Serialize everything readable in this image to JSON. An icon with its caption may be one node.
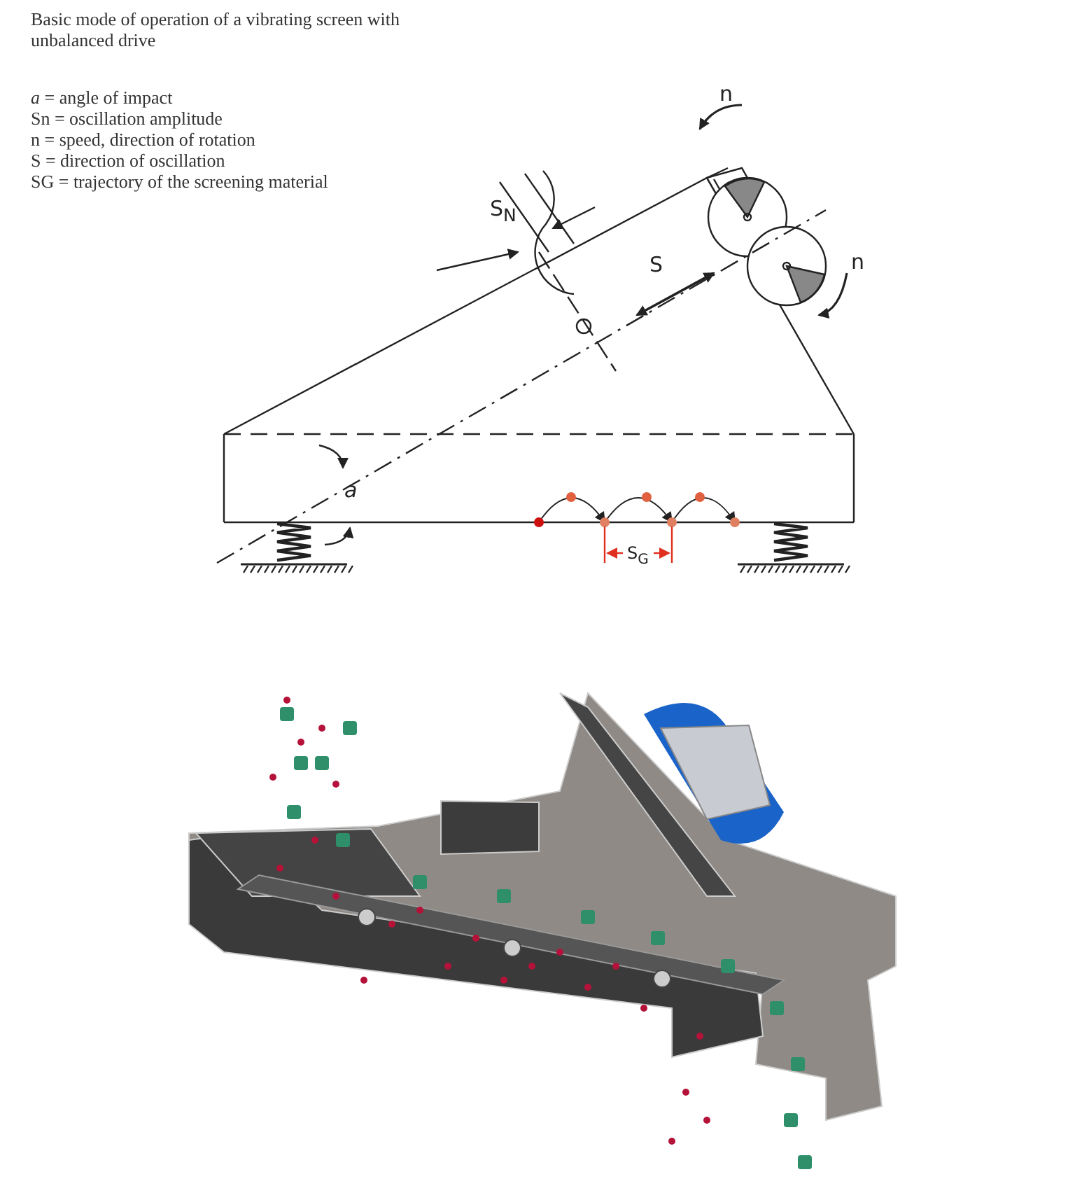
{
  "diagram": {
    "title": "Basic mode of operation of a vibrating screen with unbalanced drive",
    "labels": [
      "*a* = angle of impact",
      "Sn = oscillation amplitude",
      "n = speed, direction of rotation",
      "S = direction of oscillation",
      "SG = trajectory of the screening material",
      "n",
      "S$_{N}$",
      "S",
      "n",
      "*a*",
      "S$_{G}$"
    ]
  }
}
